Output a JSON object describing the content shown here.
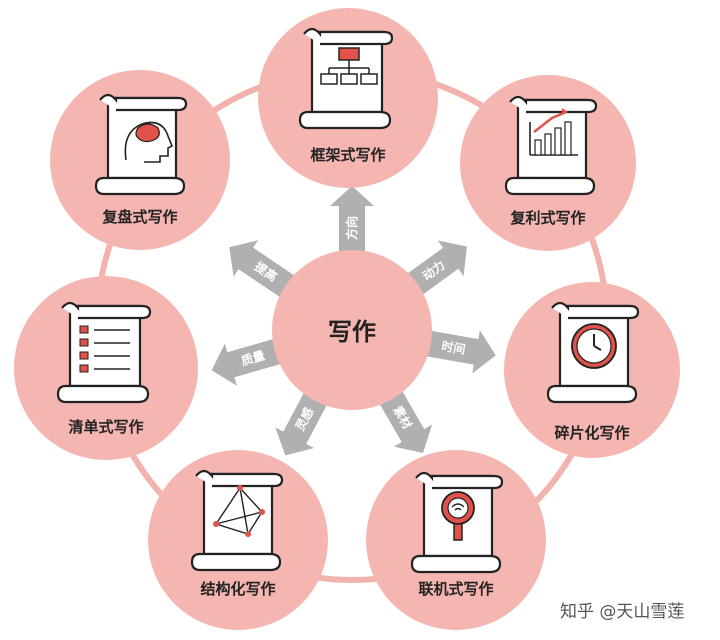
{
  "center": {
    "label": "写作"
  },
  "nodes": [
    {
      "id": "framework",
      "label": "框架式写作",
      "icon": "org-chart-icon"
    },
    {
      "id": "compound",
      "label": "复利式写作",
      "icon": "growth-chart-icon"
    },
    {
      "id": "fragment",
      "label": "碎片化写作",
      "icon": "clock-icon"
    },
    {
      "id": "link",
      "label": "联机式写作",
      "icon": "magnifier-icon"
    },
    {
      "id": "structure",
      "label": "结构化写作",
      "icon": "pyramid-icon"
    },
    {
      "id": "checklist",
      "label": "清单式写作",
      "icon": "checklist-icon"
    },
    {
      "id": "review",
      "label": "复盘式写作",
      "icon": "brain-icon"
    }
  ],
  "arrows": [
    {
      "label": "方向"
    },
    {
      "label": "动力"
    },
    {
      "label": "时间"
    },
    {
      "label": "素材"
    },
    {
      "label": "灵感"
    },
    {
      "label": "质量"
    },
    {
      "label": "提高"
    }
  ],
  "watermark": "知乎 @天山雪莲",
  "colors": {
    "circle": "#f5b5b0",
    "ring": "#f2b3ae",
    "arrow": "#b0b0b0",
    "accent": "#e0524a"
  }
}
